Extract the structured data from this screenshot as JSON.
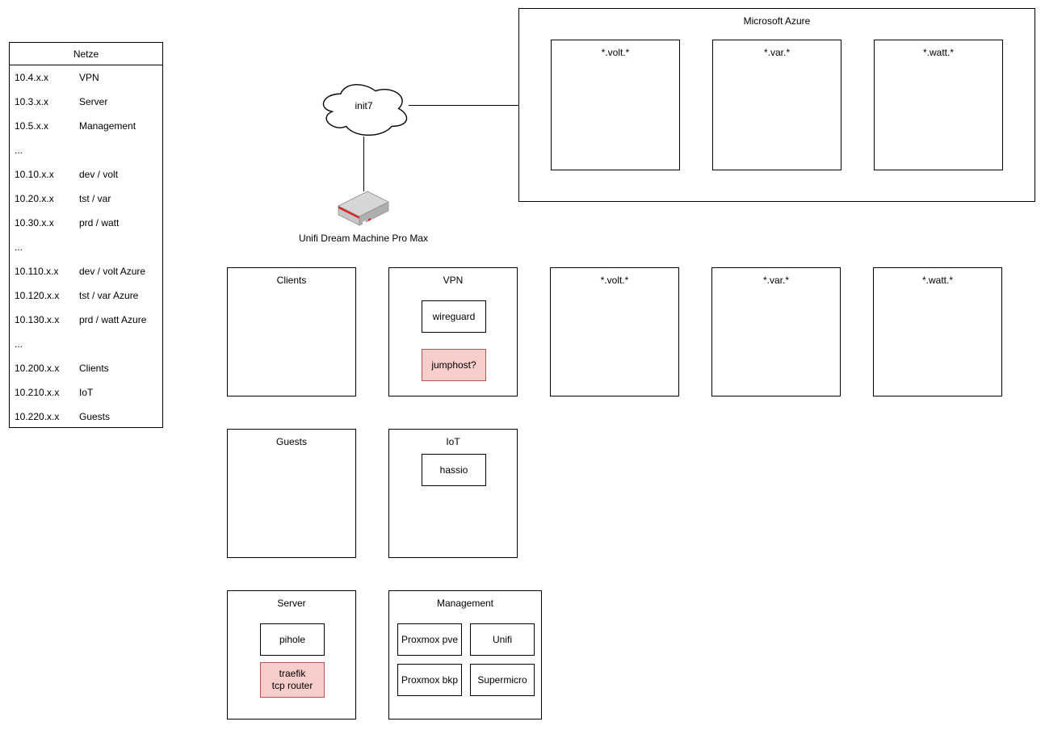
{
  "diagram": {
    "netze": {
      "title": "Netze",
      "rows": [
        {
          "cidr": "10.4.x.x",
          "label": "VPN"
        },
        {
          "cidr": "10.3.x.x",
          "label": "Server"
        },
        {
          "cidr": "10.5.x.x",
          "label": "Management"
        },
        {
          "cidr": "...",
          "label": ""
        },
        {
          "cidr": "10.10.x.x",
          "label": "dev / volt"
        },
        {
          "cidr": "10.20.x.x",
          "label": "tst / var"
        },
        {
          "cidr": "10.30.x.x",
          "label": "prd / watt"
        },
        {
          "cidr": "...",
          "label": ""
        },
        {
          "cidr": "10.110.x.x",
          "label": "dev / volt Azure"
        },
        {
          "cidr": "10.120.x.x",
          "label": "tst / var Azure"
        },
        {
          "cidr": "10.130.x.x",
          "label": "prd / watt Azure"
        },
        {
          "cidr": "...",
          "label": ""
        },
        {
          "cidr": "10.200.x.x",
          "label": "Clients"
        },
        {
          "cidr": "10.210.x.x",
          "label": "IoT"
        },
        {
          "cidr": "10.220.x.x",
          "label": "Guests"
        }
      ]
    },
    "wan": {
      "cloud_label": "init7",
      "router_label": "Unifi Dream Machine Pro Max"
    },
    "azure": {
      "title": "Microsoft Azure",
      "zones": [
        {
          "title": "*.volt.*"
        },
        {
          "title": "*.var.*"
        },
        {
          "title": "*.watt.*"
        }
      ]
    },
    "zones": {
      "clients": {
        "title": "Clients"
      },
      "vpn": {
        "title": "VPN",
        "nodes": [
          {
            "label": "wireguard"
          },
          {
            "label": "jumphost?"
          }
        ]
      },
      "volt": {
        "title": "*.volt.*"
      },
      "var": {
        "title": "*.var.*"
      },
      "watt": {
        "title": "*.watt.*"
      },
      "guests": {
        "title": "Guests"
      },
      "iot": {
        "title": "IoT",
        "nodes": [
          {
            "label": "hassio"
          }
        ]
      },
      "server": {
        "title": "Server",
        "nodes": [
          {
            "label": "pihole"
          },
          {
            "label": "traefik\ntcp router"
          }
        ]
      },
      "management": {
        "title": "Management",
        "nodes": [
          {
            "label": "Proxmox pve"
          },
          {
            "label": "Unifi"
          },
          {
            "label": "Proxmox bkp"
          },
          {
            "label": "Supermicro"
          }
        ]
      }
    },
    "colors": {
      "highlight_fill": "#f8cecc",
      "highlight_border": "#b85450",
      "line": "#000000",
      "background": "#ffffff"
    }
  }
}
